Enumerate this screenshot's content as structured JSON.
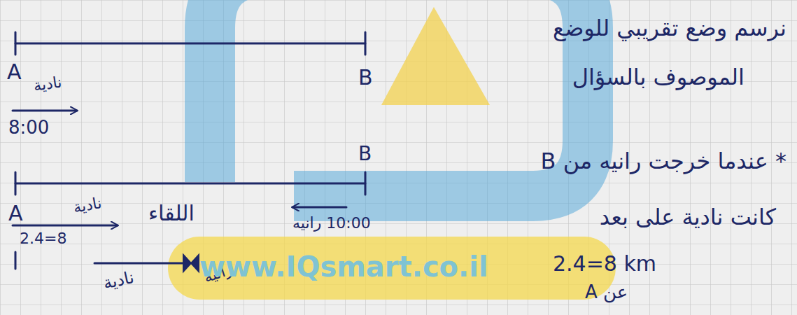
{
  "diagram": {
    "labels": [
      "A",
      "نادية",
      "8:00",
      "B",
      "نرسم وضع تقريبي للوضع",
      "الموصوف بالسؤال",
      "B",
      "A",
      "نادية",
      "2.4=8",
      "اللقاء",
      "10:00 رانيه",
      "نادية",
      "رانيه",
      "* عندما خرجت رانيه من B",
      "كانت نادية على بعد",
      "2.4=8 km",
      "عن A",
      "www.IQsmart.co.il"
    ]
  }
}
